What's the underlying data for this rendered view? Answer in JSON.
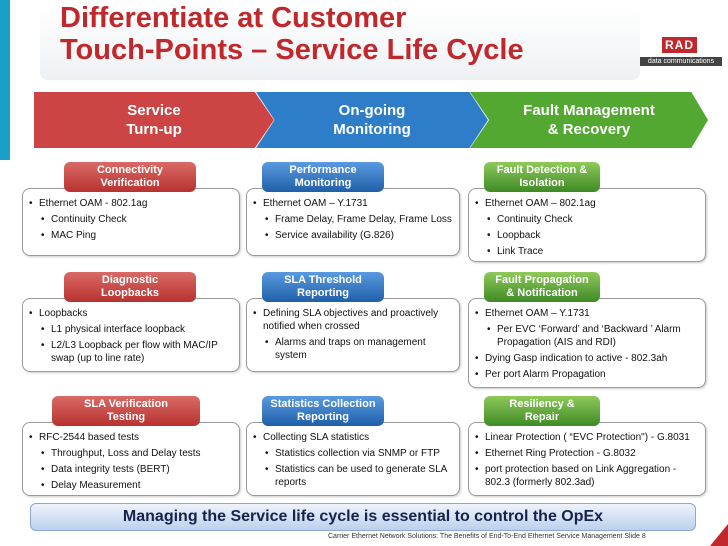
{
  "title": {
    "line1": "Differentiate at Customer",
    "line2": "Touch-Points – Service Life Cycle"
  },
  "logo": {
    "brand": "RAD",
    "tagline": "data communications"
  },
  "phases": [
    {
      "line1": "Service",
      "line2": "Turn-up",
      "color": "#cc4544"
    },
    {
      "line1": "On-going",
      "line2": "Monitoring",
      "color": "#2e7dc9"
    },
    {
      "line1": "Fault Management",
      "line2": "& Recovery",
      "color": "#53a832"
    }
  ],
  "cards": {
    "connectivity": {
      "tag1": "Connectivity",
      "tag2": "Verification",
      "items": [
        "Ethernet OAM - 802.1ag",
        "Continuity Check",
        "MAC Ping"
      ]
    },
    "performance": {
      "tag1": "Performance",
      "tag2": "Monitoring",
      "items": [
        "Ethernet OAM – Y.1731",
        "Frame Delay, Frame Delay, Frame Loss",
        "Service availability (G.826)"
      ]
    },
    "fault_detection": {
      "tag1": "Fault Detection &",
      "tag2": "Isolation",
      "items": [
        "Ethernet OAM – 802.1ag",
        "Continuity Check",
        "Loopback",
        "Link Trace"
      ]
    },
    "diagnostic": {
      "tag1": "Diagnostic",
      "tag2": "Loopbacks",
      "items": [
        "Loopbacks",
        "L1 physical interface loopback",
        "L2/L3 Loopback per flow with MAC/IP swap (up to line rate)"
      ]
    },
    "sla_threshold": {
      "tag1": "SLA Threshold",
      "tag2": "Reporting",
      "items": [
        "Defining SLA objectives and proactively notified when crossed",
        "Alarms and traps on management system"
      ]
    },
    "fault_propagation": {
      "tag1": "Fault Propagation",
      "tag2": "& Notification",
      "items": [
        "Ethernet OAM – Y.1731",
        "Per EVC ‘Forward’ and ‘Backward ’ Alarm Propagation  (AIS and RDI)",
        "Dying Gasp indication to active - 802.3ah",
        "Per port  Alarm Propagation"
      ]
    },
    "sla_verification": {
      "tag1": "SLA Verification",
      "tag2": "Testing",
      "items": [
        "RFC-2544 based tests",
        "Throughput,  Loss  and Delay tests",
        "Data integrity tests (BERT)",
        "Delay Measurement"
      ]
    },
    "statistics": {
      "tag1": "Statistics Collection",
      "tag2": "Reporting",
      "items": [
        "Collecting SLA statistics",
        "Statistics collection via SNMP or FTP",
        "Statistics can be used to generate SLA reports"
      ]
    },
    "resiliency": {
      "tag1": "Resiliency &",
      "tag2": "Repair",
      "items": [
        "Linear Protection ( “EVC Protection\") - G.8031",
        "Ethernet Ring Protection - G.8032",
        "port protection based on Link Aggregation - 802.3 (formerly 802.3ad)"
      ]
    }
  },
  "bottom_banner": "Managing the Service life cycle is essential to control the OpEx",
  "footer": "Carrier Ethernet Network Solutions: The Benefits of End-To-End Ethernet Service Management",
  "slide_label": "Slide",
  "slide_number": "8"
}
